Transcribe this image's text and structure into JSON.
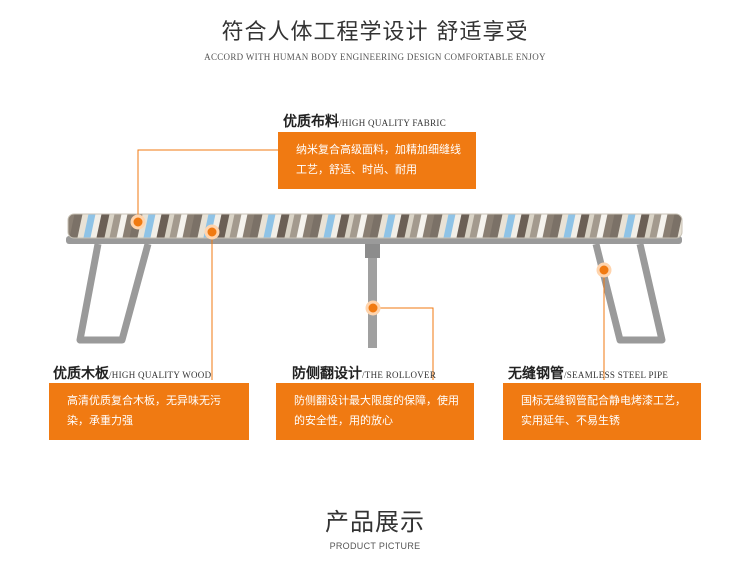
{
  "header": {
    "title": "符合人体工程学设计 舒适享受",
    "subtitle": "ACCORD WITH HUMAN BODY ENGINEERING DESIGN COMFORTABLE ENJOY"
  },
  "features": [
    {
      "title": "优质布料",
      "subtitle": "/HIGH QUALITY FABRIC",
      "description": "纳米复合高级面料，加精加细缝线工艺，舒适、时尚、耐用"
    },
    {
      "title": "优质木板",
      "subtitle": "/HIGH QUALITY WOOD",
      "description": "高清优质复合木板，无异味无污染，承重力强"
    },
    {
      "title": "防侧翻设计",
      "subtitle": "/THE ROLLOVER",
      "description": "防侧翻设计最大限度的保障，使用的安全性，用的放心"
    },
    {
      "title": "无缝钢管",
      "subtitle": "/SEAMLESS STEEL PIPE",
      "description": "国标无缝钢管配合静电烤漆工艺，实用延年、不易生锈"
    }
  ],
  "footer": {
    "title": "产品展示",
    "subtitle": "PRODUCT PICTURE"
  },
  "colors": {
    "accent": "#f07a12",
    "frame": "#9a9a9a"
  }
}
